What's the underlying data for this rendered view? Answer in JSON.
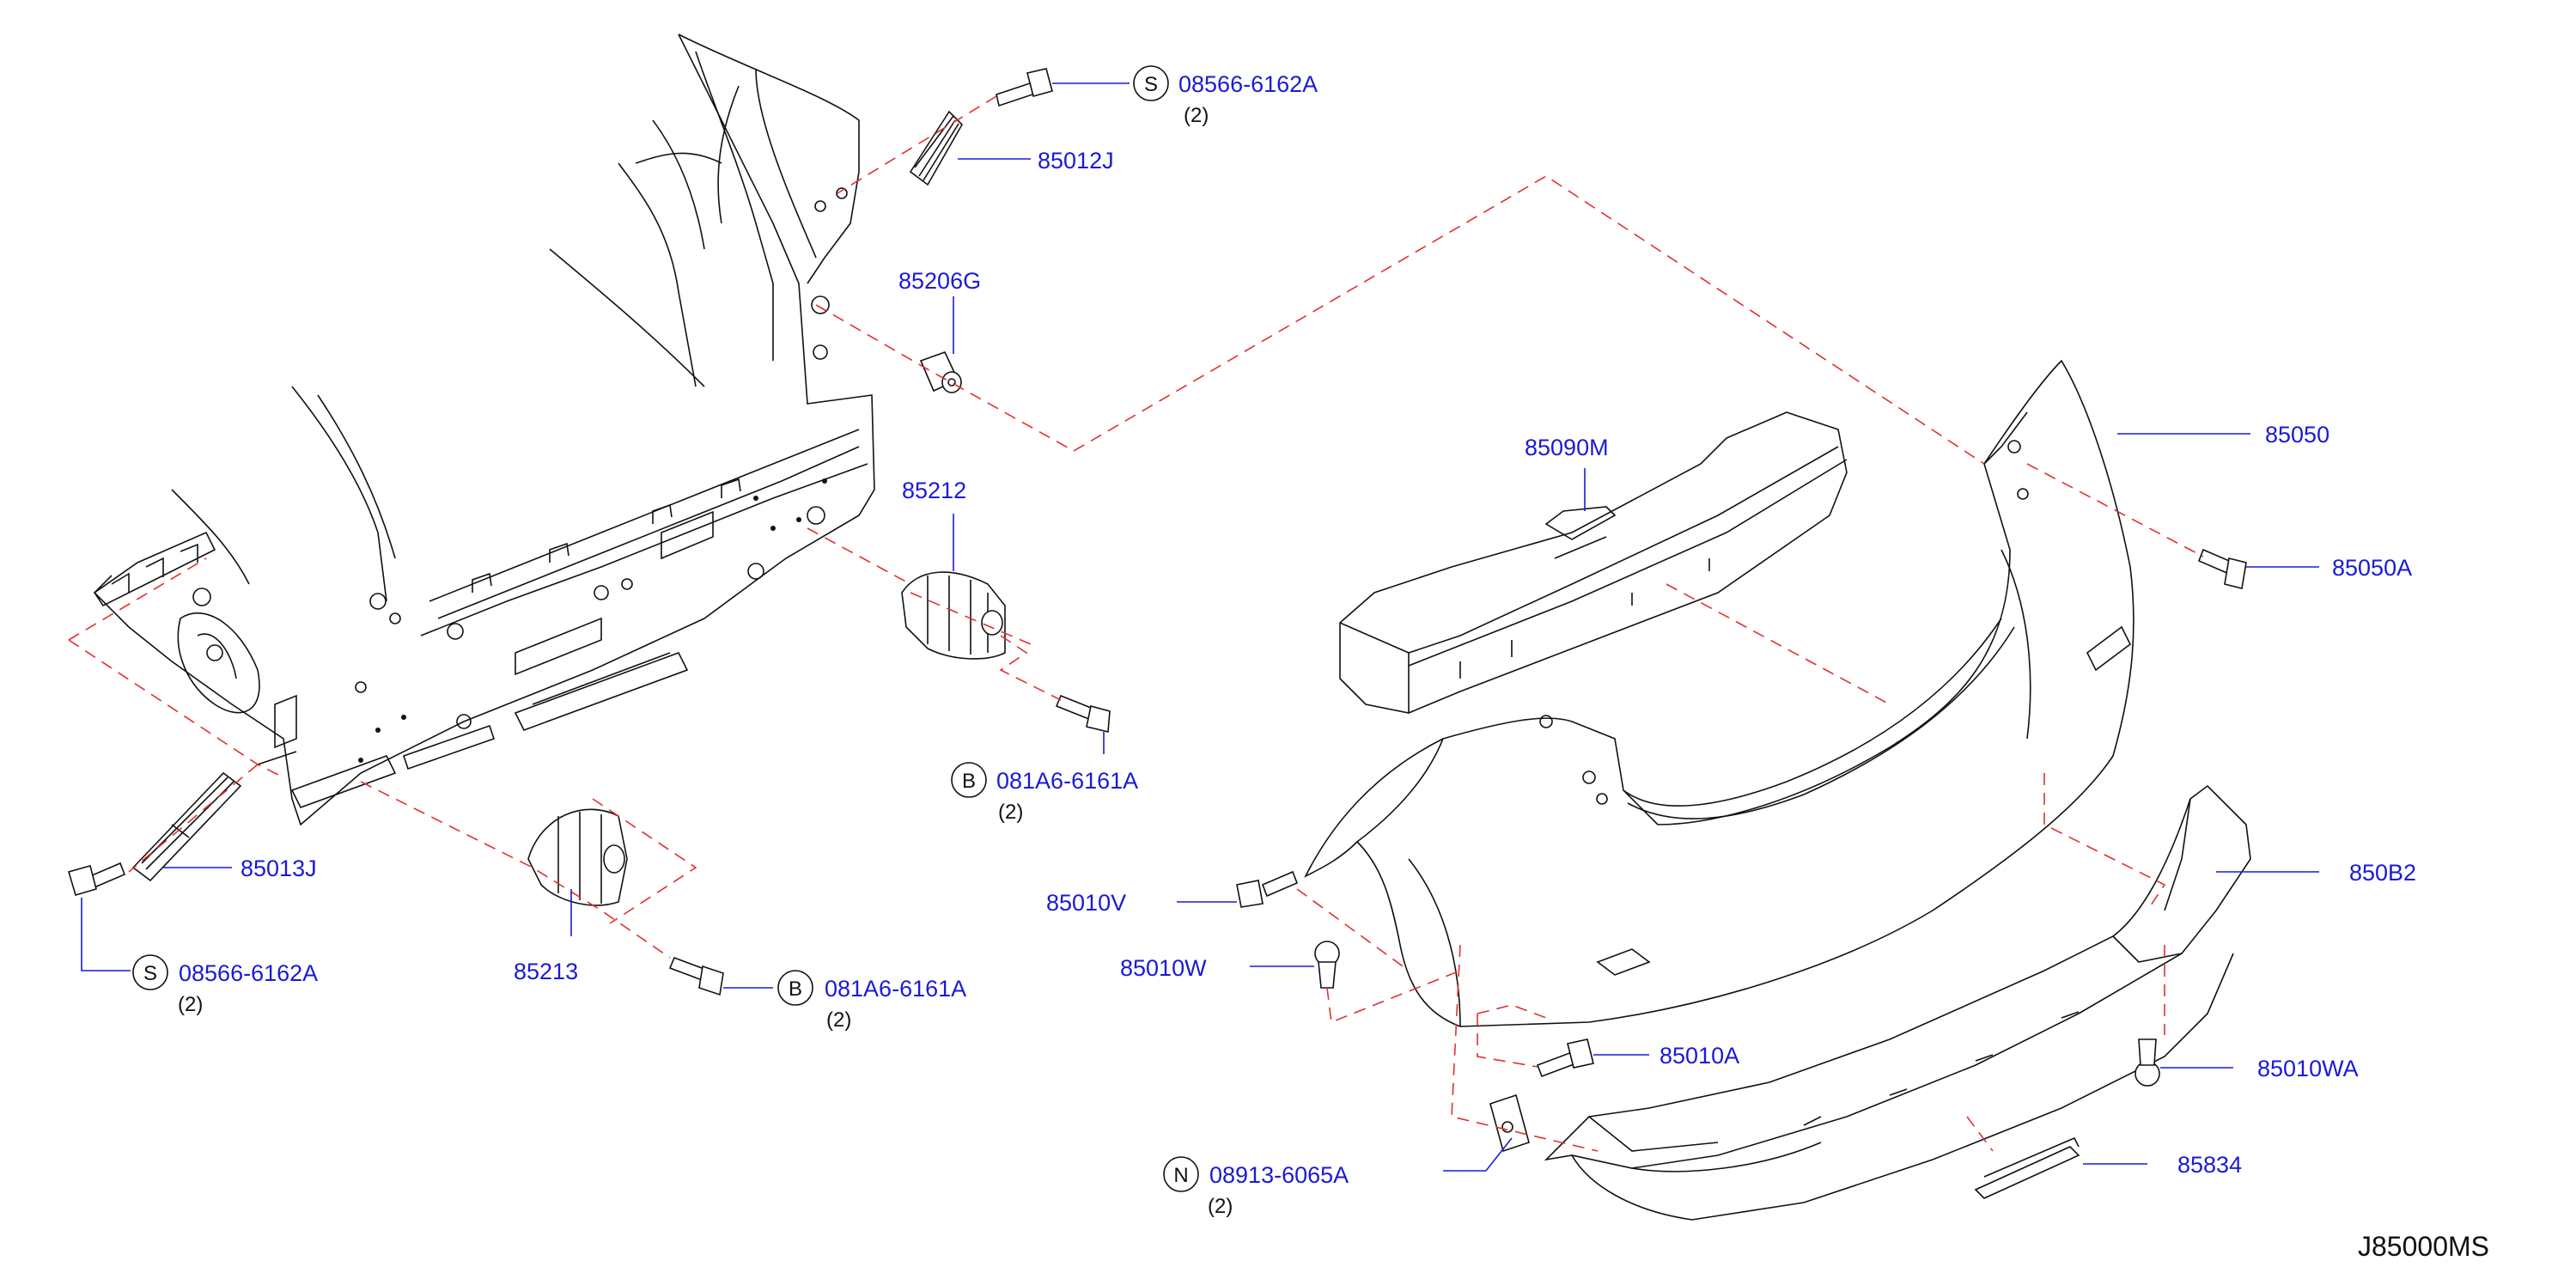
{
  "diagram_ref": "J85000MS",
  "labels": {
    "p_85012J": "85012J",
    "p_85206G": "85206G",
    "p_85212": "85212",
    "p_85213": "85213",
    "p_85013J": "85013J",
    "p_85090M": "85090M",
    "p_85050": "85050",
    "p_85050A": "85050A",
    "p_850B2": "850B2",
    "p_85010V": "85010V",
    "p_85010W": "85010W",
    "p_85010A": "85010A",
    "p_85010WA": "85010WA",
    "p_85834": "85834",
    "s1": "08566-6162A",
    "s2": "08566-6162A",
    "b1": "081A6-6161A",
    "b2": "081A6-6161A",
    "n1": "08913-6065A"
  },
  "qty": {
    "s1": "(2)",
    "s2": "(2)",
    "b1": "(2)",
    "b2": "(2)",
    "n1": "(2)"
  },
  "symbols": {
    "s1": "S",
    "s2": "S",
    "b1": "B",
    "b2": "B",
    "n1": "N"
  },
  "colors": {
    "label": "#1a1ad6",
    "dashed_line": "#e03030",
    "drawing": "#111111"
  }
}
